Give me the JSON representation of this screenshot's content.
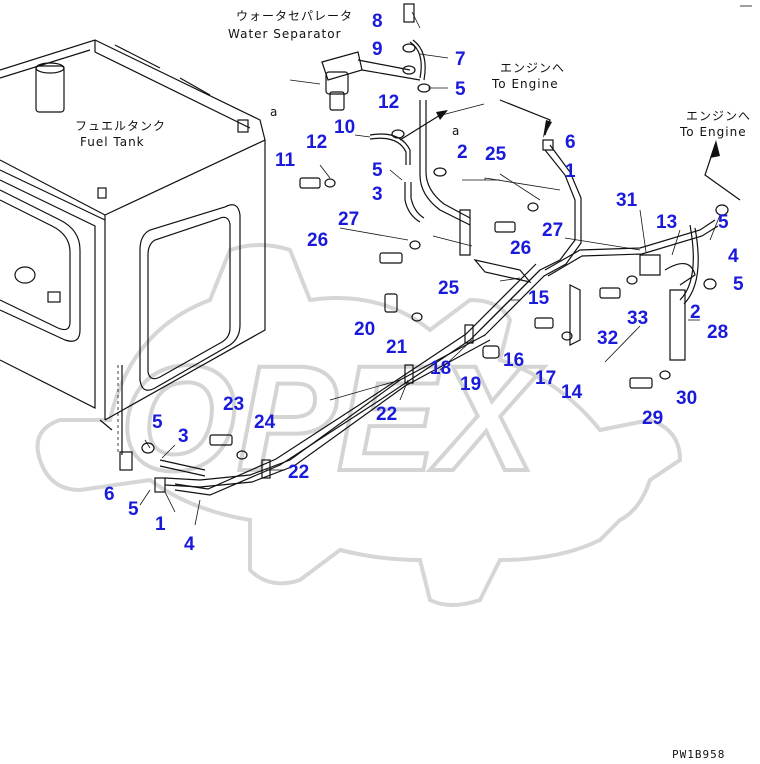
{
  "diagram": {
    "notes": {
      "water_separator_jp": "ウォータセパレータ",
      "water_separator_en": "Water Separator",
      "fuel_tank_jp": "フュエルタンク",
      "fuel_tank_en": "Fuel Tank",
      "to_engine_jp_1": "エンジンへ",
      "to_engine_en_1": "To Engine",
      "to_engine_jp_2": "エンジンへ",
      "to_engine_en_2": "To Engine",
      "view_a_1": "a",
      "view_a_2": "a",
      "figure_code": "PW1B958",
      "watermark": "OPEX"
    },
    "callouts": [
      "8",
      "9",
      "7",
      "5",
      "12",
      "12",
      "10",
      "11",
      "5",
      "3",
      "2",
      "25",
      "6",
      "1",
      "27",
      "26",
      "26",
      "27",
      "25",
      "31",
      "13",
      "5",
      "4",
      "5",
      "2",
      "15",
      "20",
      "21",
      "18",
      "16",
      "19",
      "17",
      "14",
      "32",
      "33",
      "28",
      "22",
      "23",
      "24",
      "3",
      "5",
      "6",
      "5",
      "1",
      "4",
      "22",
      "29",
      "30"
    ]
  }
}
